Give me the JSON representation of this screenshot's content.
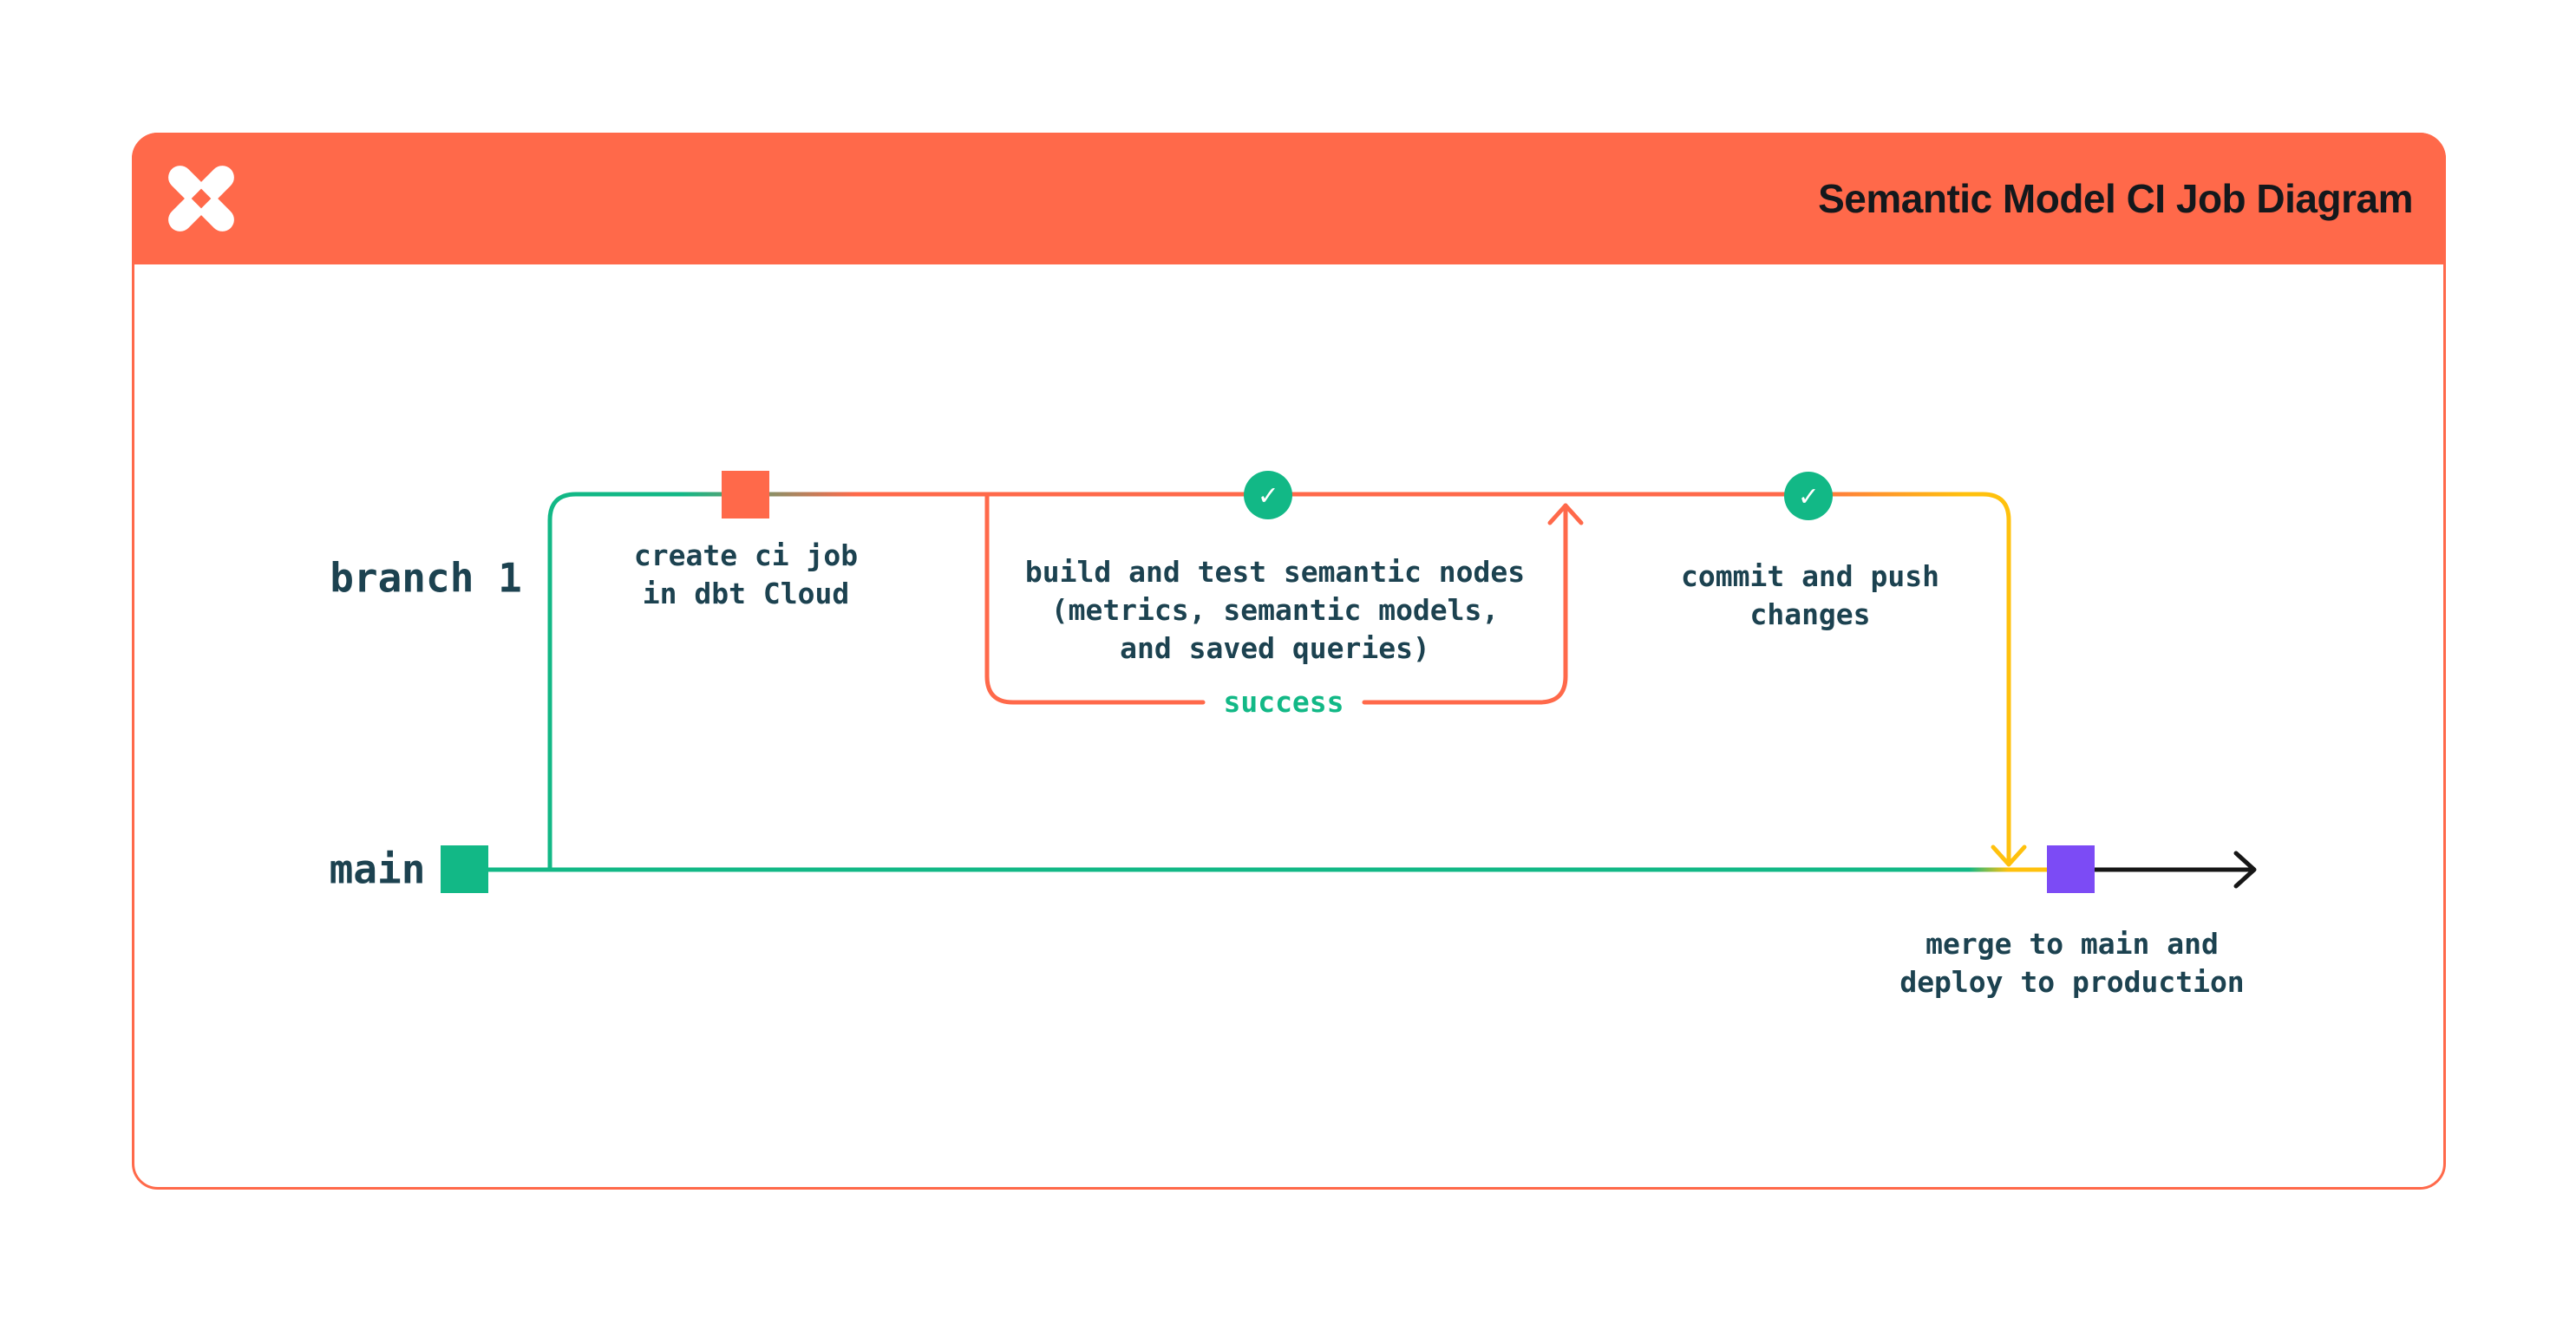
{
  "header": {
    "title": "Semantic Model CI Job Diagram",
    "background": "#FF694A",
    "logo": "dbt-logo"
  },
  "colors": {
    "orange": "#FF694A",
    "green": "#12B886",
    "yellow": "#FFC10D",
    "purple": "#7C4BF5",
    "text_dark": "#1C4250",
    "arrow_black": "#161616"
  },
  "diagram": {
    "branch_label": "branch 1",
    "main_label": "main",
    "steps": {
      "create_ci": "create ci job\nin dbt Cloud",
      "build_test": "build and test semantic nodes\n(metrics, semantic models,\nand saved queries)",
      "success": "success",
      "commit_push": "commit and push\nchanges",
      "merge_deploy": "merge to main and\ndeploy to production"
    },
    "icons": {
      "check": "✓"
    }
  }
}
